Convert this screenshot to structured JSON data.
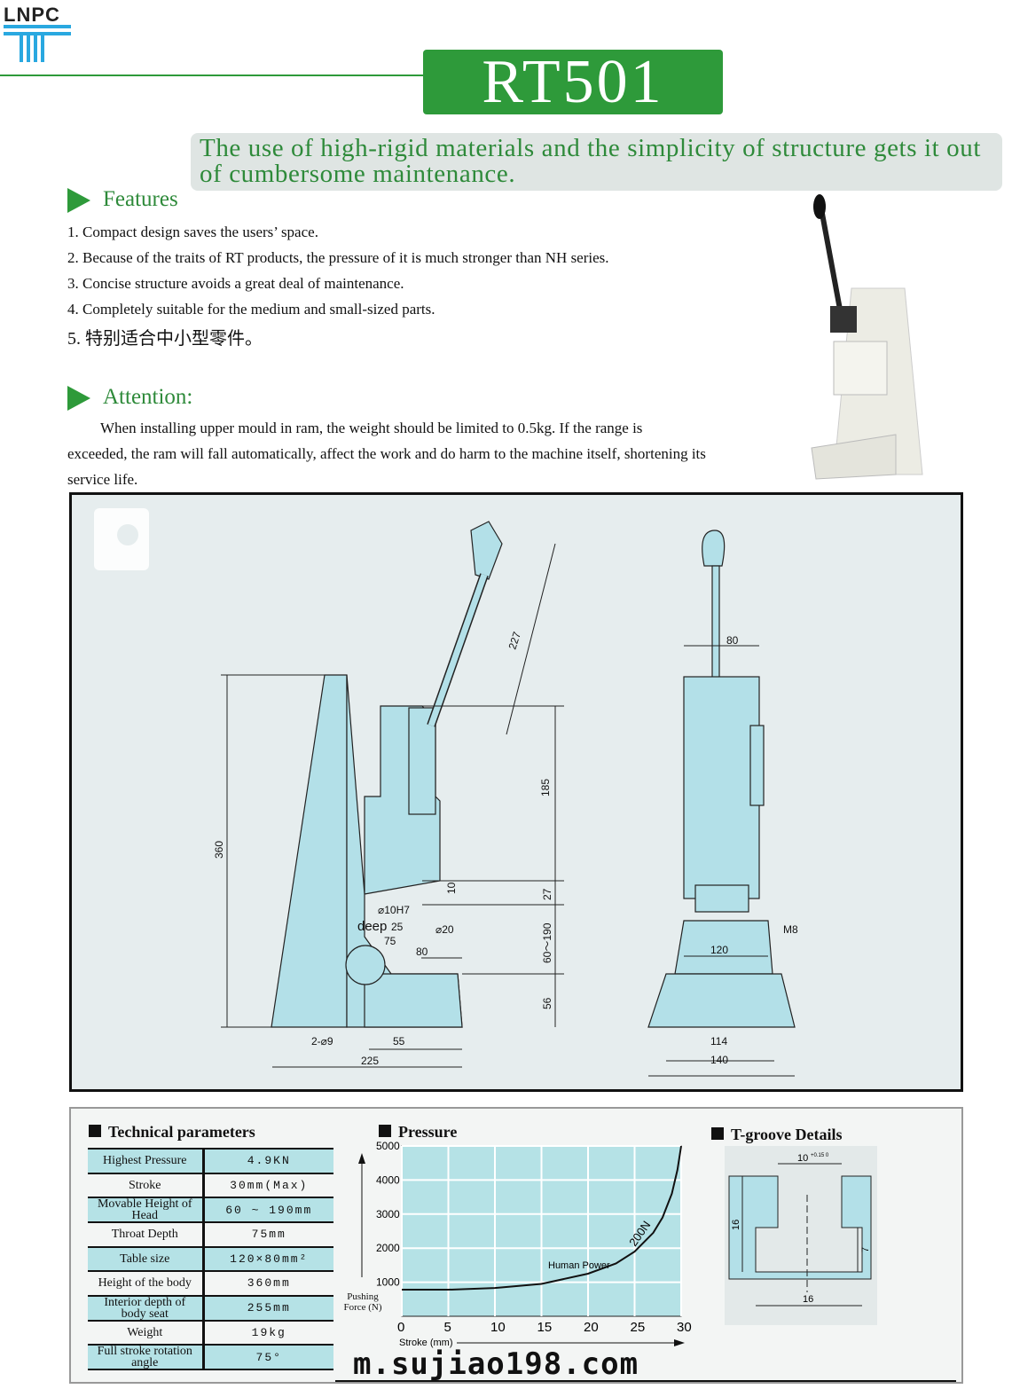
{
  "brand": {
    "logo_text": "LNPC"
  },
  "header": {
    "model": "RT501",
    "tagline": "The use of high-rigid materials and the simplicity of structure gets it out of cumbersome maintenance."
  },
  "features": {
    "title": "Features",
    "items": [
      "1.  Compact design saves the users’ space.",
      "2.   Because of the traits of RT products, the pressure of it is much stronger than NH series.",
      "3.  Concise structure avoids a great deal of maintenance.",
      "4.  Completely suitable for the medium and small-sized parts.",
      "5.  特别适合中小型零件。"
    ]
  },
  "attention": {
    "title": "Attention:",
    "text": "When installing upper mould in ram, the weight should be limited to 0.5kg. If the range is exceeded, the ram will fall automatically, affect the work and do harm to the machine itself, shortening its service life."
  },
  "drawing": {
    "dims": {
      "d227": "227",
      "d80top": "80",
      "d360": "360",
      "d185": "185",
      "d10": "10",
      "d27": "27",
      "d60_190": "60～190",
      "d56": "56",
      "hole": "⌀10H7",
      "deep": "deep",
      "d25": "25",
      "d20": "⌀20",
      "d75": "75",
      "d80": "80",
      "d120": "120",
      "m8": "M8",
      "d2_9": "2-⌀9",
      "d55": "55",
      "d225": "225",
      "d114": "114",
      "d140": "140"
    }
  },
  "tech": {
    "title": "Technical parameters",
    "rows": [
      {
        "k": "Highest Pressure",
        "v": "4.9KN"
      },
      {
        "k": "Stroke",
        "v": "30mm(Max)"
      },
      {
        "k": "Movable Height of Head",
        "v": "60 ~ 190mm"
      },
      {
        "k": "Throat Depth",
        "v": "75mm"
      },
      {
        "k": "Table size",
        "v": "120×80mm²"
      },
      {
        "k": "Height of the body",
        "v": "360mm"
      },
      {
        "k": "Interior depth of body seat",
        "v": "255mm"
      },
      {
        "k": "Weight",
        "v": "19kg"
      },
      {
        "k": "Full stroke rotation angle",
        "v": "75°"
      }
    ]
  },
  "chart_data": {
    "type": "line",
    "title": "Pressure",
    "xlabel": "Stroke (mm)",
    "ylabel": "Pushing Force (N)",
    "xlim": [
      0,
      30
    ],
    "ylim": [
      0,
      5000
    ],
    "xticks": [
      "0",
      "5",
      "10",
      "15",
      "20",
      "25",
      "30"
    ],
    "yticks": [
      "1000",
      "2000",
      "3000",
      "4000",
      "5000"
    ],
    "series": [
      {
        "name": "Human Power 200N",
        "x": [
          0,
          5,
          10,
          15,
          20,
          23,
          25,
          27,
          28,
          29,
          29.6,
          30
        ],
        "y": [
          780,
          780,
          830,
          950,
          1250,
          1550,
          1900,
          2450,
          2900,
          3600,
          4300,
          5000
        ]
      }
    ],
    "annotations": [
      "Human Power",
      "200N"
    ],
    "grid": true
  },
  "tgroove": {
    "title": "T-groove Details",
    "top": "10",
    "tol": "+0.15 0",
    "h16": "16",
    "h7": "7",
    "w16": "16"
  },
  "watermark": "m.sujiao198.com",
  "colors": {
    "green": "#2e9a3a",
    "cyan": "#b5e2e6"
  }
}
